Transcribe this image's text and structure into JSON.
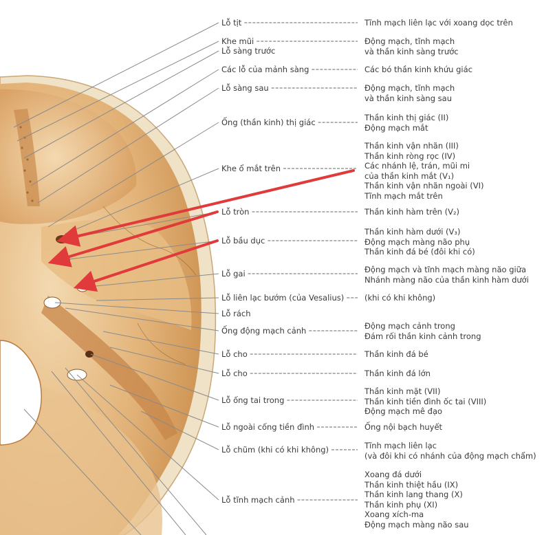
{
  "colors": {
    "bone_light": "#f0d2a4",
    "bone_mid": "#dba86a",
    "bone_dark": "#b87838",
    "leader_line": "#8a8a8a",
    "arrow": "#e03a3a",
    "text": "#3a3a3a"
  },
  "items": [
    {
      "label": "Lỗ tịt",
      "desc": [
        "Tĩnh mạch liên lạc với xoang dọc trên"
      ]
    },
    {
      "label": "Khe mũi",
      "desc": [
        "Động mạch, tĩnh mạch",
        "và thần kinh sàng trước"
      ]
    },
    {
      "label": "Lỗ sàng trước",
      "desc": []
    },
    {
      "label": "Các lỗ của mảnh sàng",
      "desc": [
        "Các bó thần kinh khứu giác"
      ]
    },
    {
      "label": "Lỗ sàng sau",
      "desc": [
        "Động mạch, tĩnh mạch",
        "và thần kinh sàng sau"
      ]
    },
    {
      "label": "Ống (thần kinh) thị giác",
      "desc": [
        "Thần kinh thị giác (II)",
        "Động mạch mắt"
      ]
    },
    {
      "label": "Khe ổ mắt trên",
      "desc": [
        "Thần kinh vận nhãn (III)",
        "Thần kinh ròng rọc (IV)",
        "Các nhánh lệ, trán, mũi mi",
        "của thần kinh mắt (V₁)",
        "Thần kinh vận nhãn ngoài (VI)",
        "Tĩnh mạch mắt trên"
      ]
    },
    {
      "label": "Lỗ tròn",
      "desc": [
        "Thần kinh hàm trên (V₂)"
      ]
    },
    {
      "label": "Lỗ bầu dục",
      "desc": [
        "Thần kinh hàm dưới (V₃)",
        "Động mạch màng não phụ",
        "Thần kinh đá bé (đôi khi có)"
      ]
    },
    {
      "label": "Lỗ gai",
      "desc": [
        "Động mạch và tĩnh mạch màng não giữa",
        "Nhánh màng não của thần kinh hàm dưới"
      ]
    },
    {
      "label": "Lỗ liên lạc bướm (của Vesalius)",
      "desc": [
        "(khi có khi không)"
      ]
    },
    {
      "label": "Lỗ rách",
      "desc": []
    },
    {
      "label": "Ống động mạch cảnh",
      "desc": [
        "Động mạch cảnh trong",
        "Đám rối thần kinh cảnh trong"
      ]
    },
    {
      "label": "Lỗ cho",
      "desc": [
        "Thần kinh đá bé"
      ]
    },
    {
      "label": "Lỗ cho",
      "desc": [
        "Thần kinh đá lớn"
      ]
    },
    {
      "label": "Lỗ ống tai trong",
      "desc": [
        "Thần kinh mặt (VII)",
        "Thần kinh tiền đình ốc tai (VIII)",
        "Động mạch mê đạo"
      ]
    },
    {
      "label": "Lỗ ngoài cống tiền đình",
      "desc": [
        "Ống nội bạch huyết"
      ]
    },
    {
      "label": "Lỗ chũm (khi có khi không)",
      "desc": [
        "Tĩnh mạch liên lạc",
        "(và đôi khi có nhánh của động mạch chẩm)"
      ]
    },
    {
      "label": "Lỗ tĩnh mạch cảnh",
      "desc": [
        "Xoang đá dưới",
        "Thần kinh thiệt hầu (IX)",
        "Thần kinh lang thang (X)",
        "Thần kinh phụ (XI)",
        "Xoang xích-ma",
        "Động mạch màng não sau"
      ]
    }
  ]
}
